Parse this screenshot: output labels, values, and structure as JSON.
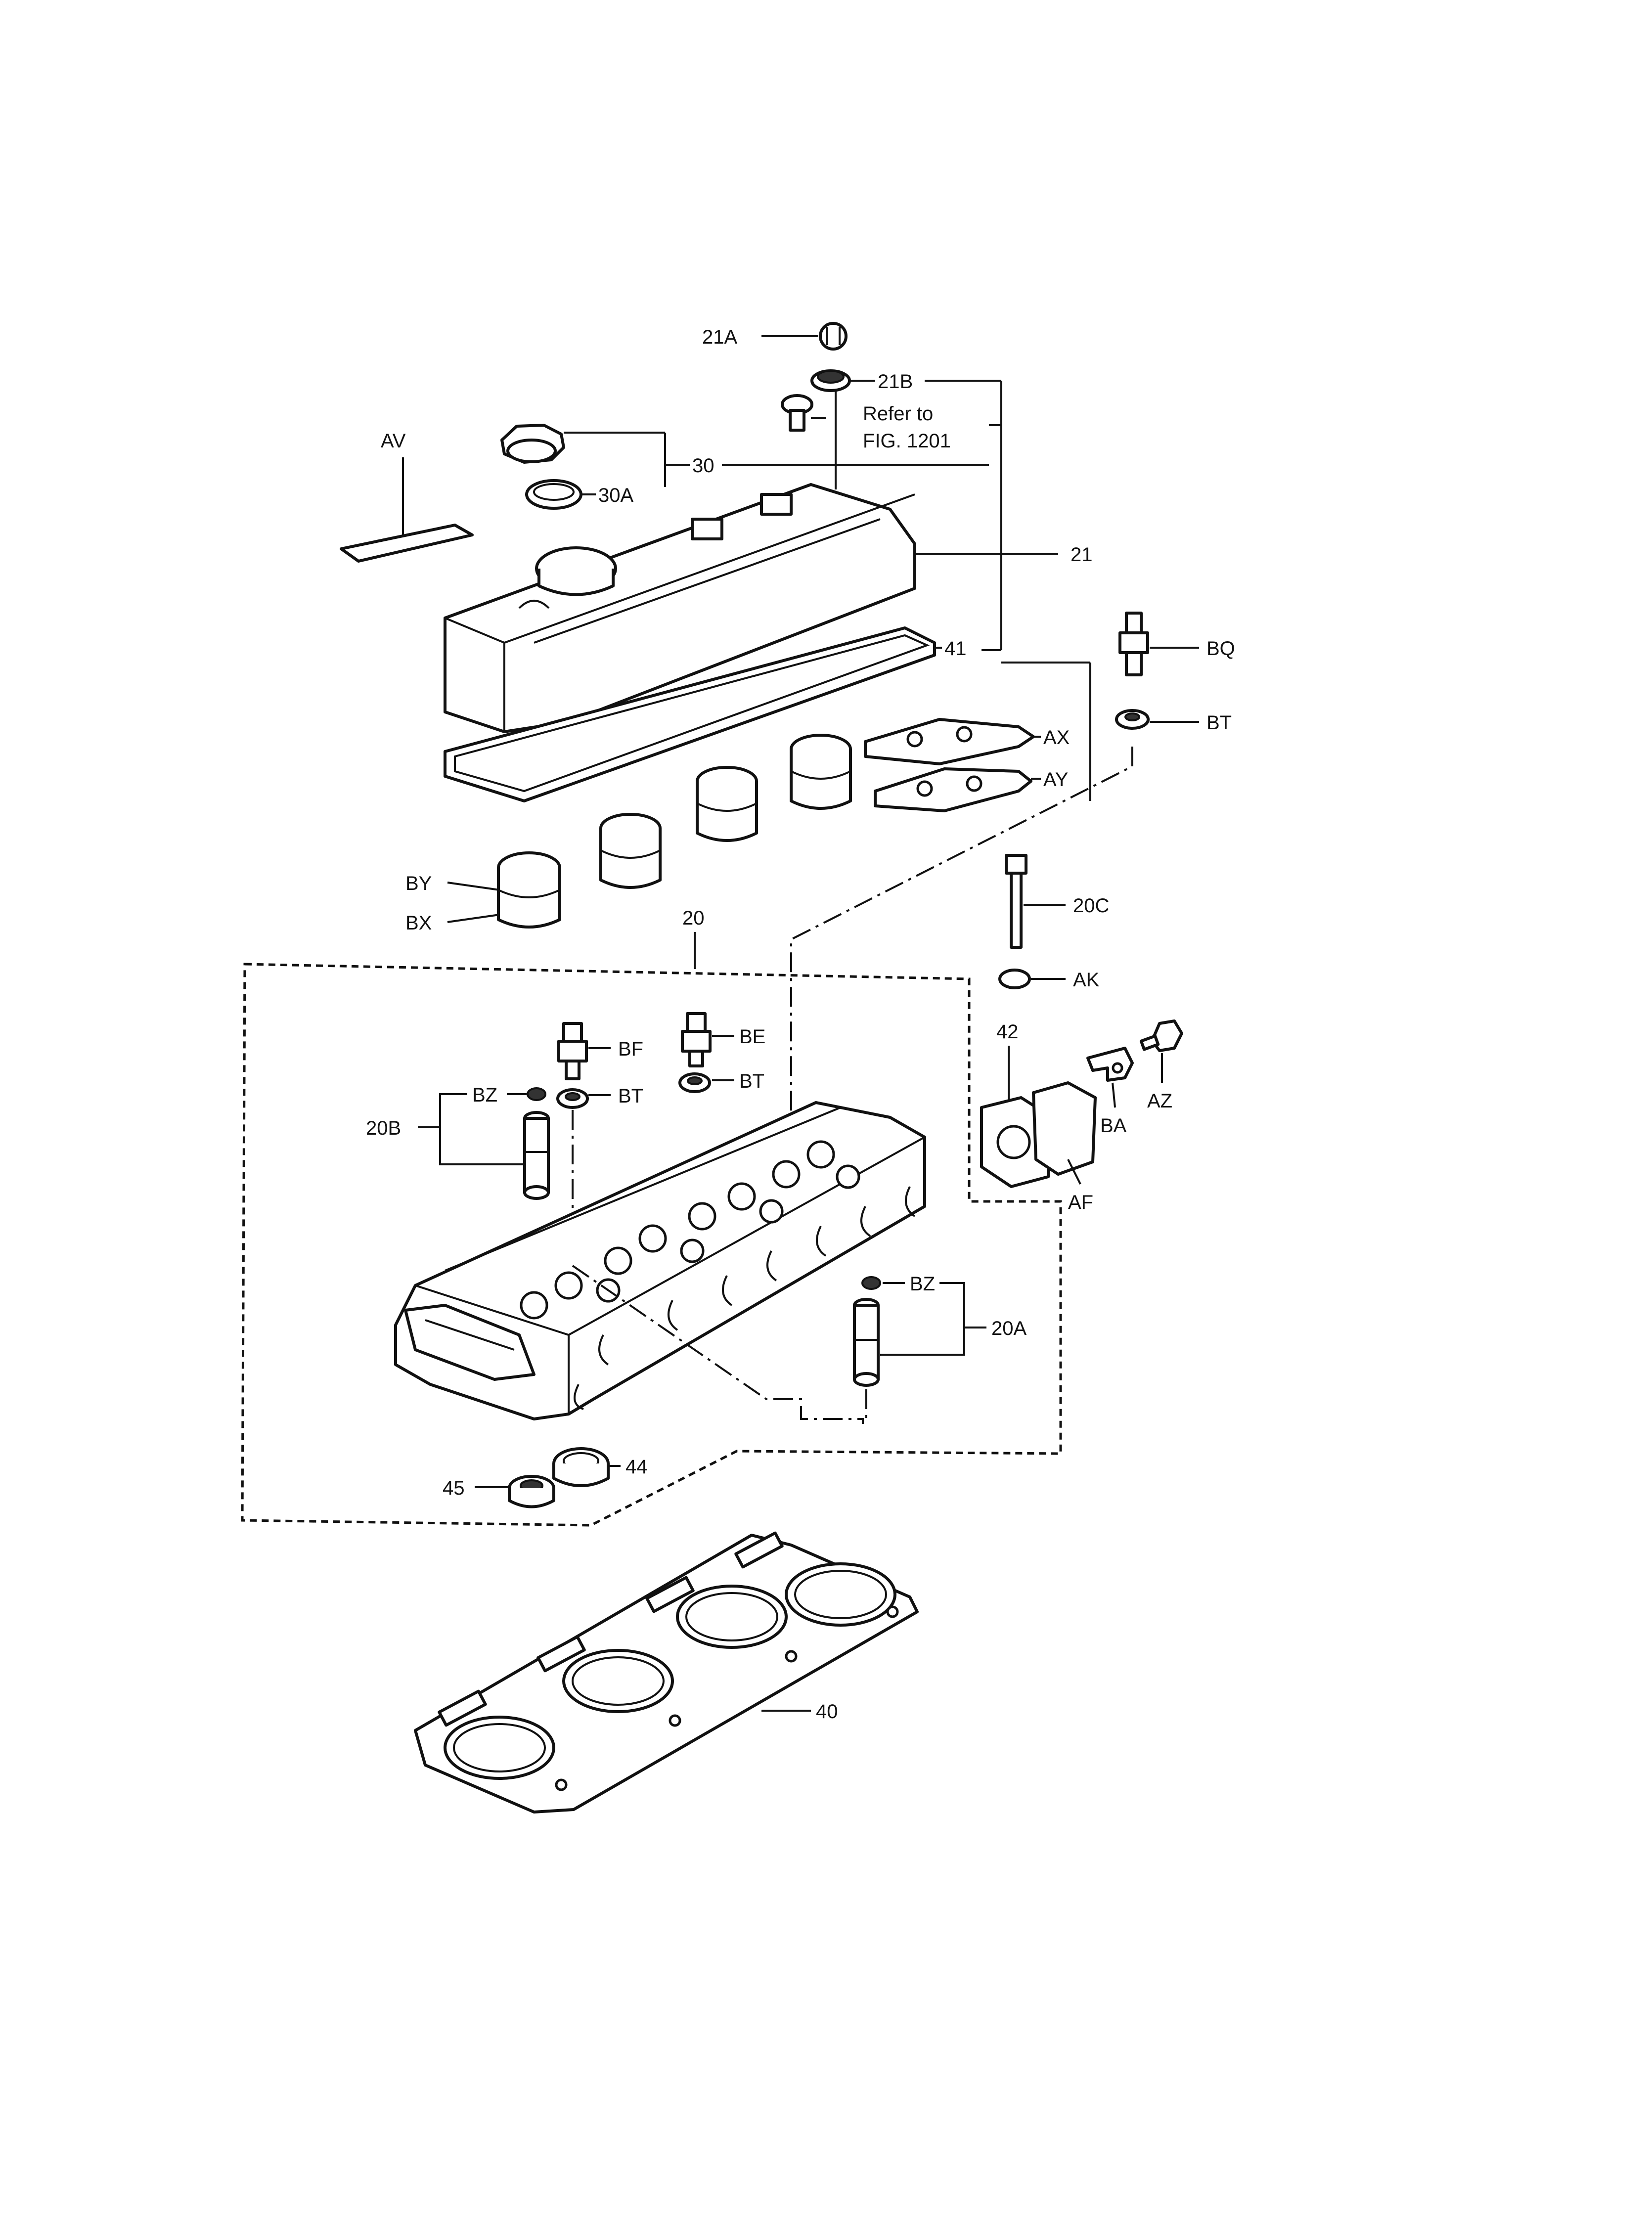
{
  "labels": {
    "l21A": "21A",
    "l21B": "21B",
    "refer1": "Refer to",
    "refer2": "FIG. 1201",
    "lAV": "AV",
    "l30": "30",
    "l30A": "30A",
    "l21": "21",
    "l41": "41",
    "lBQ": "BQ",
    "lBT1": "BT",
    "lAX": "AX",
    "lAY": "AY",
    "lBY": "BY",
    "lBX": "BX",
    "l20": "20",
    "l20C": "20C",
    "lAK": "AK",
    "lBF": "BF",
    "lBE": "BE",
    "lBZ1": "BZ",
    "lBT2": "BT",
    "lBT3": "BT",
    "l20B": "20B",
    "l42": "42",
    "lAZ": "AZ",
    "lBA": "BA",
    "lAF": "AF",
    "lBZ2": "BZ",
    "l20A": "20A",
    "l45": "45",
    "l44": "44",
    "l40": "40"
  }
}
